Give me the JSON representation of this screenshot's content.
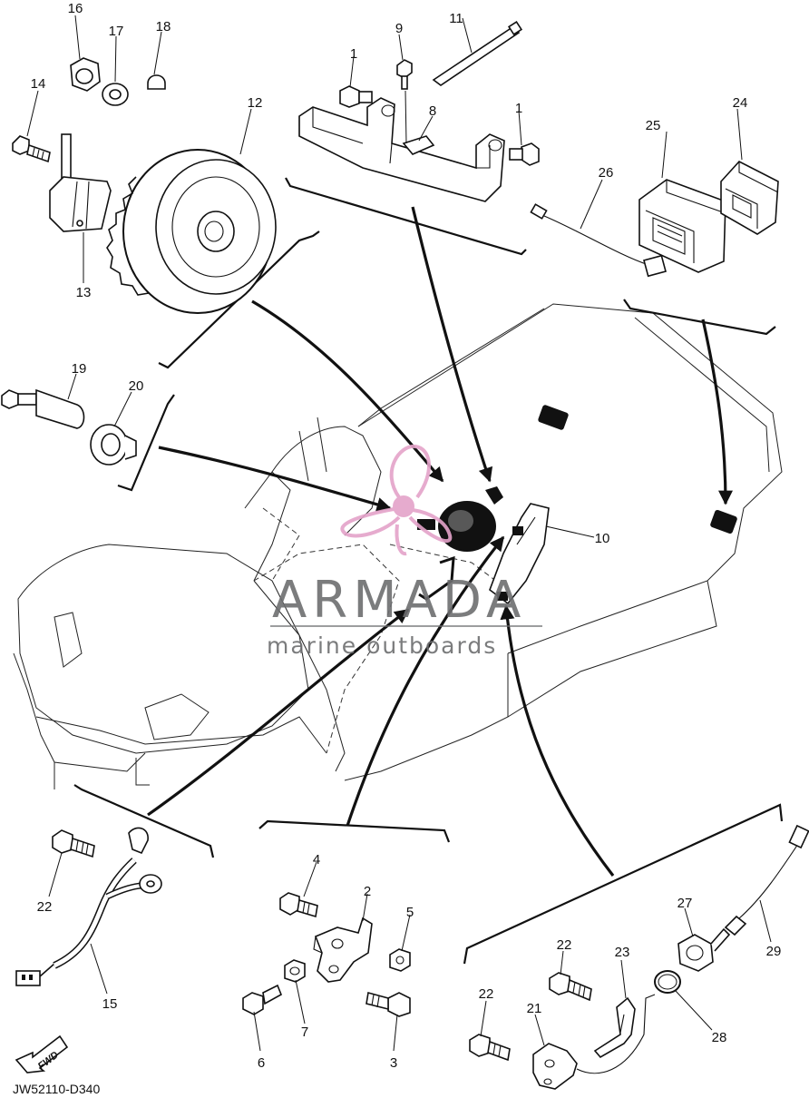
{
  "diagram_code": "JW52110-D340",
  "fwd_label": "FWD",
  "watermark": {
    "brand": "ARMADA",
    "tagline": "marine outboards",
    "brand_color": "#6d6e70",
    "logo_color": "#e4a3c9"
  },
  "callouts": [
    "1",
    "1",
    "2",
    "3",
    "4",
    "5",
    "6",
    "7",
    "8",
    "9",
    "10",
    "11",
    "12",
    "13",
    "14",
    "15",
    "16",
    "17",
    "18",
    "19",
    "20",
    "21",
    "22",
    "22",
    "22",
    "23",
    "24",
    "25",
    "26",
    "27",
    "28",
    "29"
  ]
}
